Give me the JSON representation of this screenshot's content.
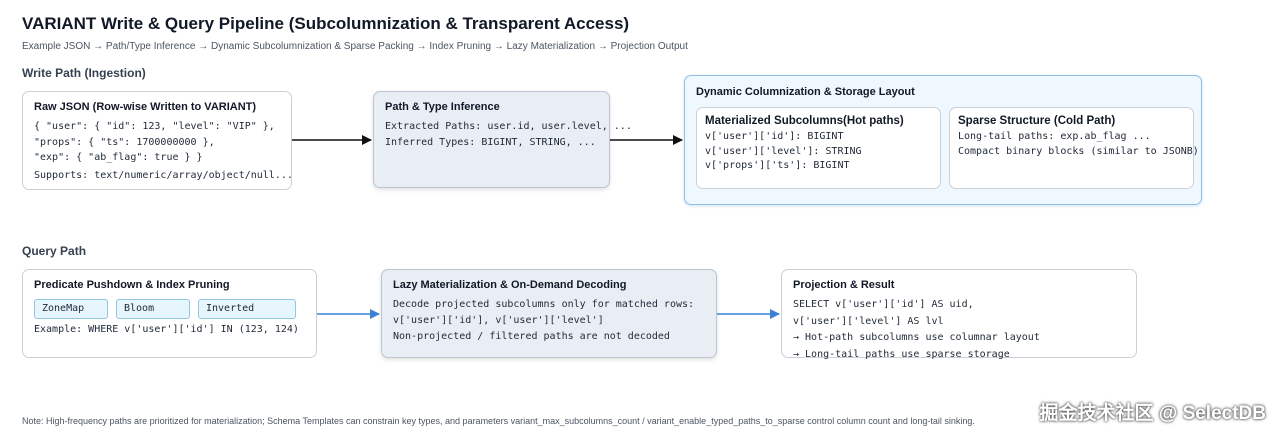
{
  "title": "VARIANT Write & Query Pipeline (Subcolumnization & Transparent Access)",
  "subtitle": "Example JSON → Path/Type Inference → Dynamic Subcolumnization & Sparse Packing → Index Pruning → Lazy Materialization → Projection Output",
  "write_path": {
    "label": "Write Path (Ingestion)",
    "raw_json": {
      "title": "Raw JSON (Row-wise Written to VARIANT)",
      "lines": [
        "{ \"user\": { \"id\": 123, \"level\": \"VIP\" },",
        "\"props\": { \"ts\": 1700000000 },",
        "\"exp\": { \"ab_flag\": true } }"
      ],
      "supports": "Supports: text/numeric/array/object/null..."
    },
    "inference": {
      "title": "Path & Type Inference",
      "lines": [
        "Extracted Paths: user.id, user.level, ...",
        "Inferred Types: BIGINT, STRING, ..."
      ]
    },
    "storage": {
      "title": "Dynamic Columnization & Storage Layout",
      "materialized": {
        "title": "Materialized Subcolumns(Hot paths)",
        "lines": [
          "v['user']['id']: BIGINT",
          "v['user']['level']: STRING",
          "v['props']['ts']: BIGINT"
        ]
      },
      "sparse": {
        "title": "Sparse Structure (Cold Path)",
        "lines": [
          "Long-tail paths: exp.ab_flag ...",
          "Compact binary blocks (similar to JSONB)"
        ]
      }
    }
  },
  "query_path": {
    "label": "Query Path",
    "pushdown": {
      "title": "Predicate Pushdown & Index Pruning",
      "chips": [
        "ZoneMap",
        "Bloom",
        "Inverted"
      ],
      "example": "Example: WHERE v['user']['id'] IN (123, 124)"
    },
    "lazy": {
      "title": "Lazy Materialization & On-Demand Decoding",
      "lines": [
        "Decode projected subcolumns only for matched rows:",
        "v['user']['id'], v['user']['level']",
        "Non-projected / filtered paths are not decoded"
      ]
    },
    "projection": {
      "title": "Projection & Result",
      "lines": [
        "SELECT v['user']['id'] AS uid,",
        "v['user']['level'] AS lvl",
        "→ Hot-path subcolumns use columnar layout",
        "→ Long-tail paths use sparse storage"
      ]
    }
  },
  "note": "Note: High-frequency paths are prioritized for materialization; Schema Templates can constrain key types, and parameters variant_max_subcolumns_count / variant_enable_typed_paths_to_sparse control column count and long-tail sinking.",
  "watermark": "掘金技术社区 @ SelectDB",
  "colors": {
    "write_arrow": "#111111",
    "query_arrow": "#3b82d6",
    "highlight_border": "#8fc0ea"
  }
}
